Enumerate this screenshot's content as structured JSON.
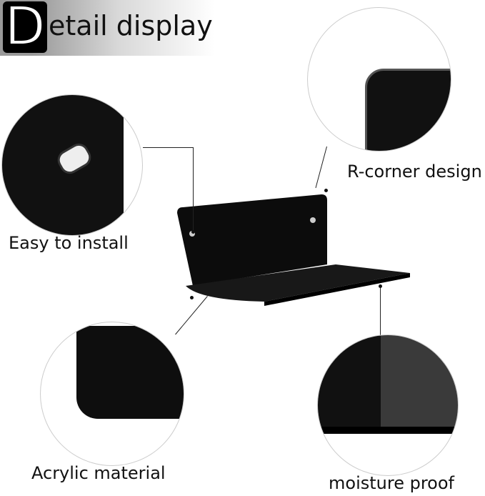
{
  "header": {
    "initial": "D",
    "rest": "etail display"
  },
  "features": [
    {
      "label": "Easy to install"
    },
    {
      "label": "R-corner design"
    },
    {
      "label": "Acrylic material"
    },
    {
      "label": "moisture proof"
    }
  ]
}
